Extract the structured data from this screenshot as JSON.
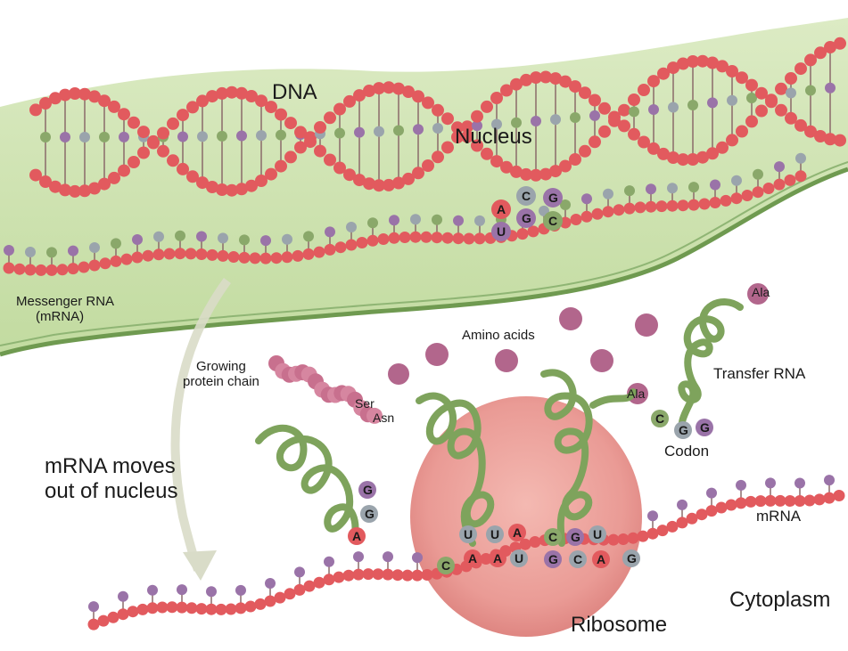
{
  "labels": {
    "dna": "DNA",
    "nucleus": "Nucleus",
    "messenger_rna_line1": "Messenger RNA",
    "messenger_rna_line2": "(mRNA)",
    "amino_acids": "Amino acids",
    "growing_chain_line1": "Growing",
    "growing_chain_line2": "protein chain",
    "transfer_rna": "Transfer RNA",
    "mrna_moves_line1": "mRNA moves",
    "mrna_moves_line2": "out of nucleus",
    "codon": "Codon",
    "mrna": "mRNA",
    "ribosome": "Ribosome",
    "cytoplasm": "Cytoplasm"
  },
  "amino_acid_labels": {
    "ser": "Ser",
    "asn": "Asn",
    "ala_top": "Ala",
    "ala_mid": "Ala"
  },
  "bases": {
    "nucleus_pairs": [
      {
        "top": "A",
        "bottom": "U"
      },
      {
        "top": "C",
        "bottom": "G"
      },
      {
        "top": "G",
        "bottom": "C"
      }
    ],
    "codon": [
      "C",
      "G",
      "G"
    ],
    "left_trna": [
      "G",
      "G",
      "A"
    ],
    "anticodon_1": [
      "U",
      "U",
      "A"
    ],
    "anticodon_2": [
      "C",
      "G",
      "U"
    ],
    "mrna_codons": [
      "C",
      "A",
      "A",
      "U",
      "G",
      "C",
      "A",
      "G"
    ]
  },
  "colors": {
    "backbone": "#e25a5e",
    "nucleus_fill": "#cfe3b0",
    "membrane": "#6f9a50",
    "trna": "#7ea35c",
    "ribosome": "#e8928c",
    "amino_acid": "#b2668c",
    "base_purple": "#9a73a8",
    "base_green": "#8aa86a",
    "base_gray": "#9aa4ac"
  }
}
